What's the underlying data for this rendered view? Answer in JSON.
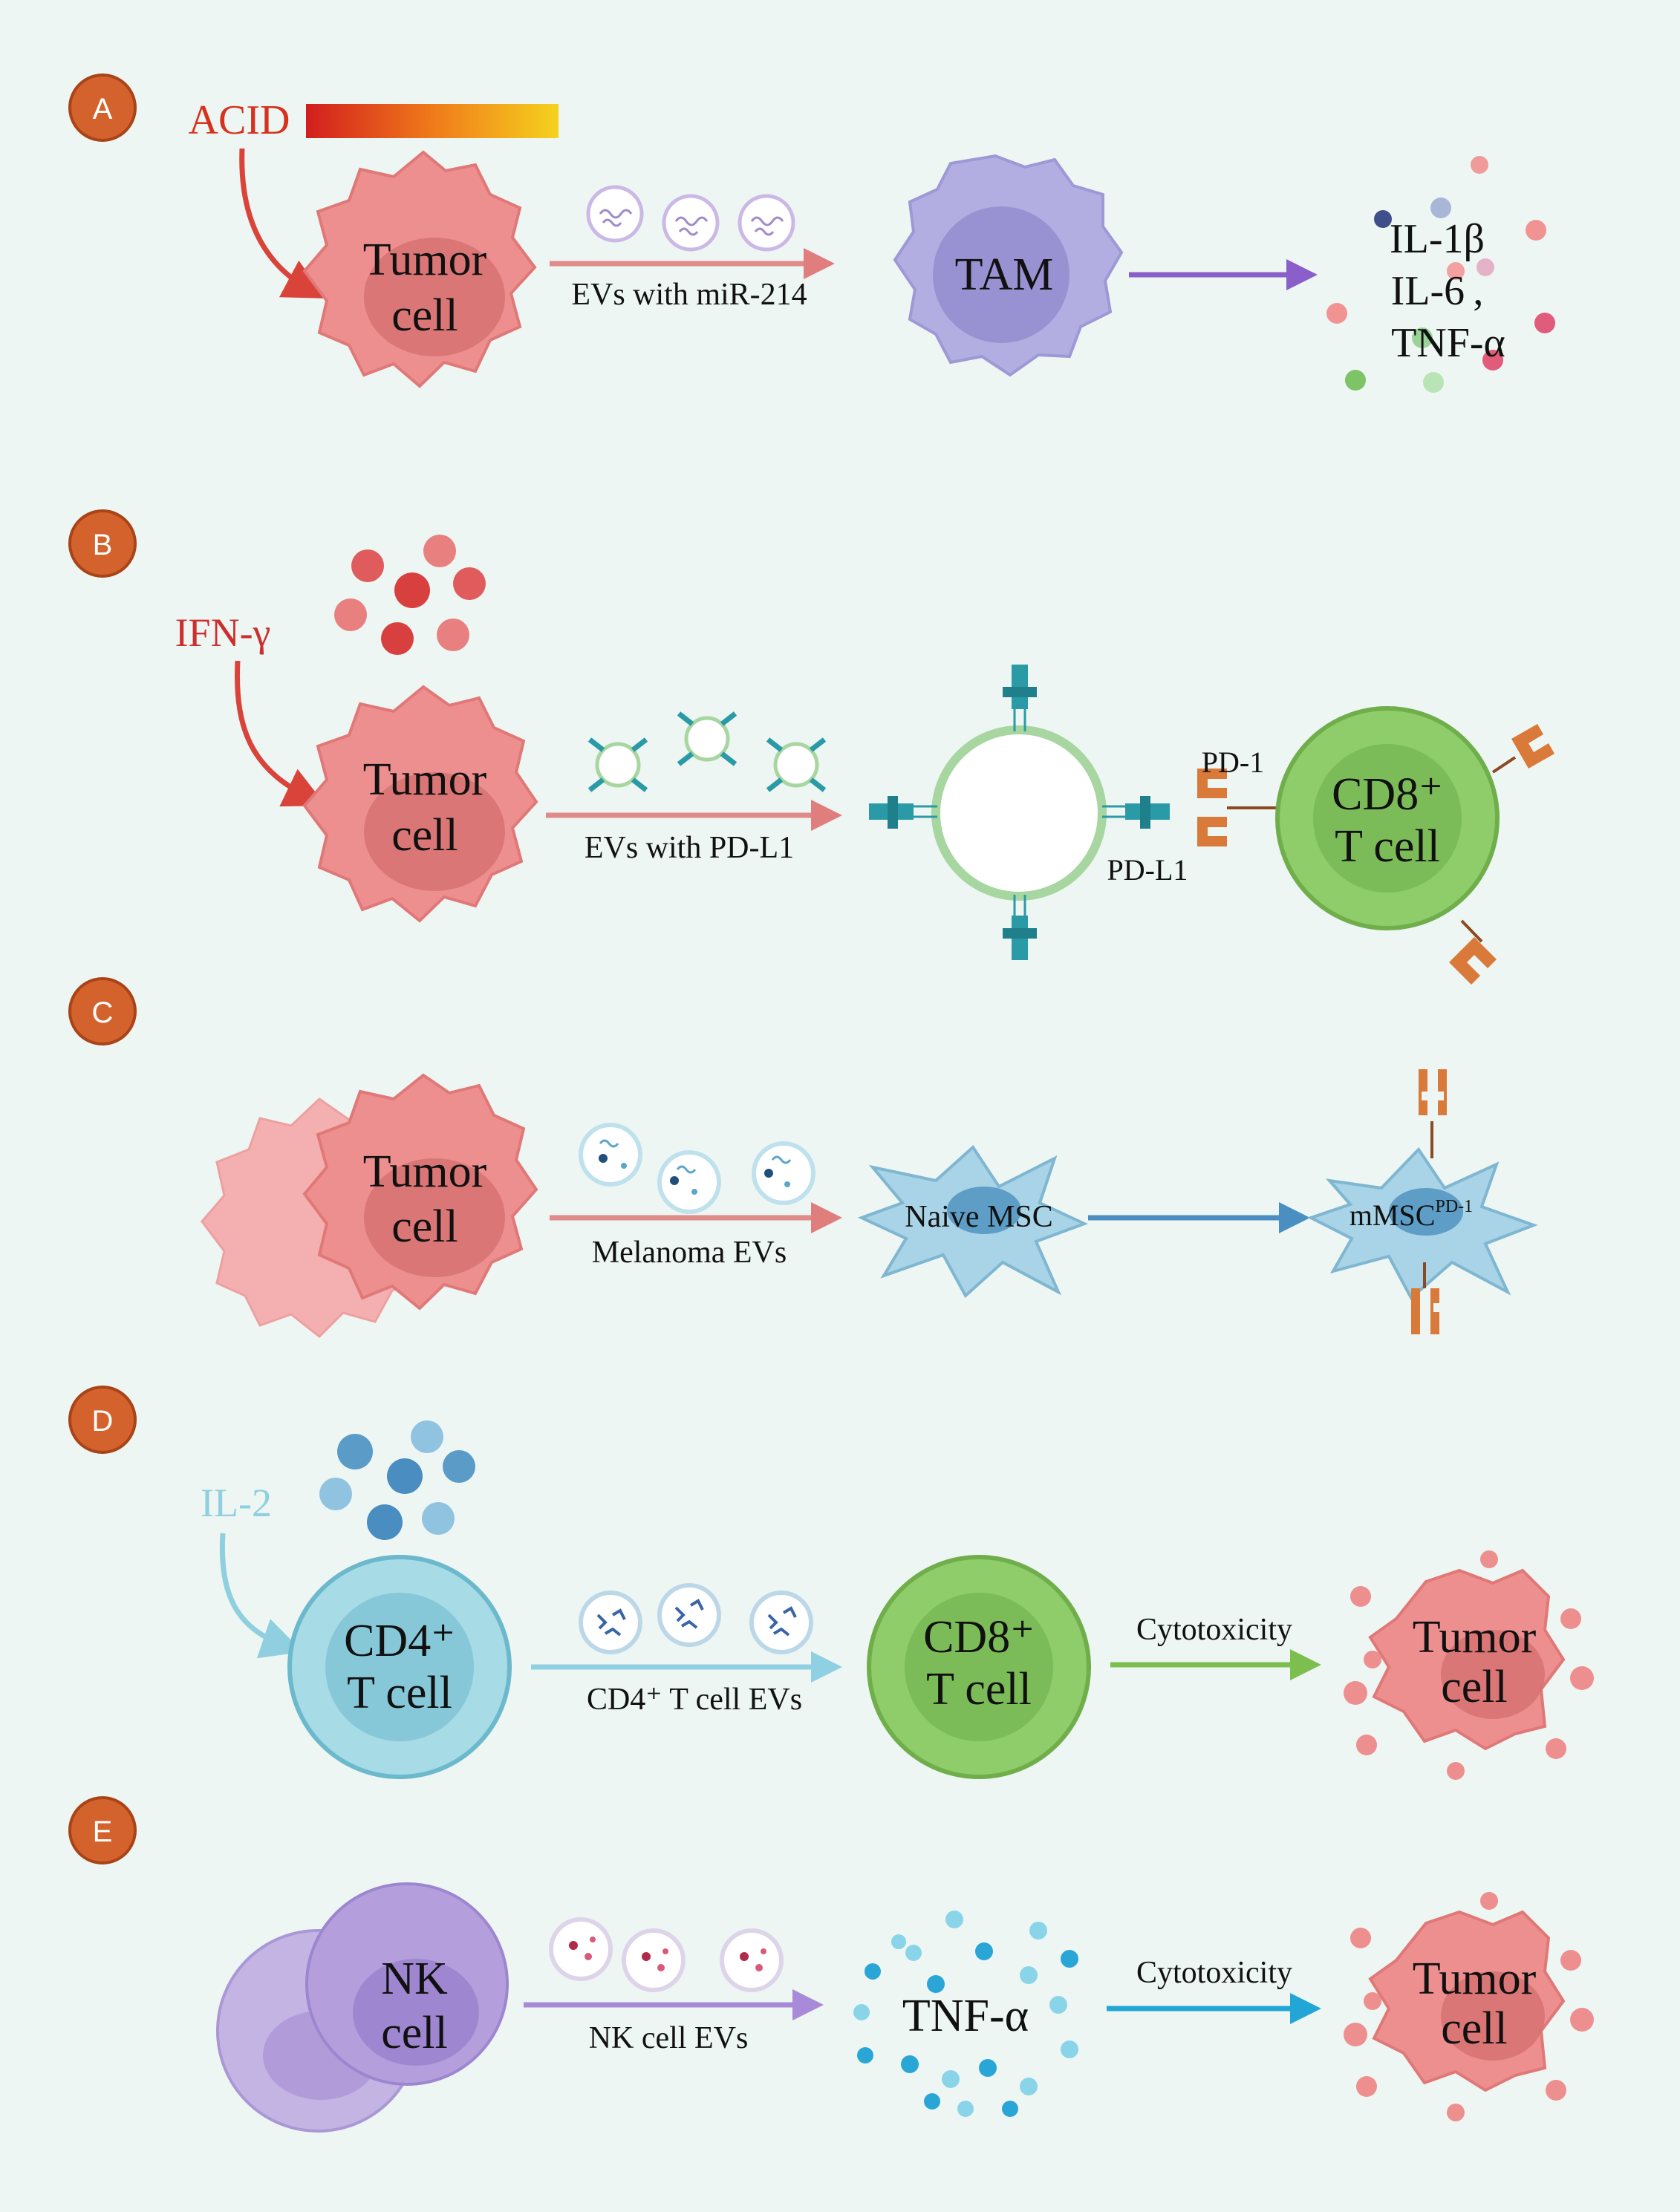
{
  "panels": {
    "a": {
      "letter": "A",
      "stimulus": "ACID",
      "source_cell": [
        "Tumor",
        "cell"
      ],
      "vesicle_label": "EVs with miR-214",
      "target_cell": "TAM",
      "outputs": [
        "IL-1β",
        "IL-6 ,",
        "TNF-α"
      ]
    },
    "b": {
      "letter": "B",
      "stimulus": "IFN-γ",
      "source_cell": [
        "Tumor",
        "cell"
      ],
      "vesicle_label": "EVs with PD-L1",
      "pdl1_label": "PD-L1",
      "pd1_label": "PD-1",
      "target_cell": [
        "CD8⁺",
        "T cell"
      ]
    },
    "c": {
      "letter": "C",
      "source_cell": [
        "Tumor",
        "cell"
      ],
      "vesicle_label": "Melanoma EVs",
      "naive_label": "Naive MSC",
      "mmsc_label": "mMSC",
      "mmsc_superscript": "PD-1"
    },
    "d": {
      "letter": "D",
      "stimulus": "IL-2",
      "source_cell": [
        "CD4⁺",
        "T cell"
      ],
      "vesicle_label": "CD4⁺ T cell EVs",
      "mid_cell": [
        "CD8⁺",
        "T cell"
      ],
      "effect_label": "Cytotoxicity",
      "target_cell": [
        "Tumor",
        "cell"
      ]
    },
    "e": {
      "letter": "E",
      "source_cell": [
        "NK",
        "cell"
      ],
      "vesicle_label": "NK cell EVs",
      "cytokine": "TNF-α",
      "effect_label": "Cytotoxicity",
      "target_cell": [
        "Tumor",
        "cell"
      ]
    }
  },
  "colors": {
    "background": "#edf6f2",
    "badge": "#d4622c",
    "tumor": "#ee8f8f",
    "tumor_core": "#d46d6d",
    "tam": "#b3aee2",
    "t_cd8": "#8fcc6a",
    "t_cd4": "#a7dbe6",
    "msc": "#a9d3e6",
    "nk": "#b49fdc",
    "receptor": "#d9793a",
    "pdl1": "#2a9aa6",
    "acid_red": "#d6321e",
    "ifn_red": "#cc2f2f",
    "il2_blue": "#8fcfe0"
  },
  "icons": [
    "vesicle-icon",
    "receptor-icon",
    "pdl1-icon",
    "cytokine-dot-icon"
  ]
}
